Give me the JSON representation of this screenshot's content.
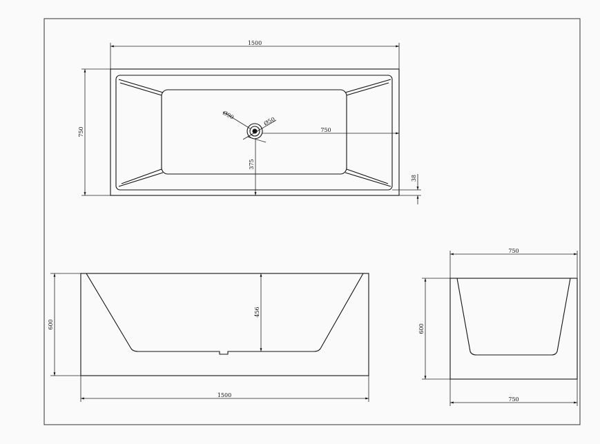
{
  "drawing": {
    "top_view": {
      "length": "1500",
      "width": "750",
      "drain_diameter_outer": "Ø90",
      "drain_diameter_inner": "Ø50",
      "drain_to_end": "750",
      "drain_to_side": "375",
      "rim_thickness": "38"
    },
    "front_view": {
      "length": "1500",
      "height": "600",
      "inner_depth": "456"
    },
    "side_view": {
      "top_width": "750",
      "bottom_width": "750",
      "height": "600"
    }
  },
  "colors": {
    "line": "#111111",
    "background": "#fafafa"
  }
}
